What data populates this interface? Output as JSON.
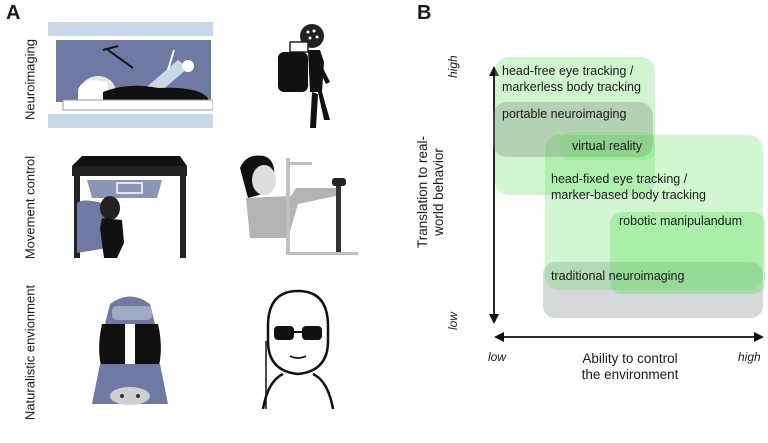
{
  "panel_a": {
    "letter": "A",
    "rows": [
      {
        "label": "Neuroimaging"
      },
      {
        "label": "Movement control"
      },
      {
        "label": "Naturalistic envionment"
      }
    ]
  },
  "panel_b": {
    "letter": "B",
    "y_axis": {
      "title_line1": "Translation to real-",
      "title_line2": "world behavior",
      "low": "low",
      "high": "high"
    },
    "x_axis": {
      "title_line1": "Ability to control",
      "title_line2": "the environment",
      "low": "low",
      "high": "high"
    },
    "methods": [
      {
        "label_line1": "head-free eye tracking /",
        "label_line2": "markerless body tracking"
      },
      {
        "label_line1": "portable neuroimaging",
        "label_line2": ""
      },
      {
        "label_line1": "virtual reality",
        "label_line2": ""
      },
      {
        "label_line1": "head-fixed eye tracking /",
        "label_line2": "marker-based body tracking"
      },
      {
        "label_line1": "robotic manipulandum",
        "label_line2": ""
      },
      {
        "label_line1": "traditional neuroimaging",
        "label_line2": ""
      }
    ],
    "colors": {
      "green_box": "#5fe05f",
      "grey_box": "#8c9490",
      "mid_box": "#b9e6b9"
    }
  }
}
